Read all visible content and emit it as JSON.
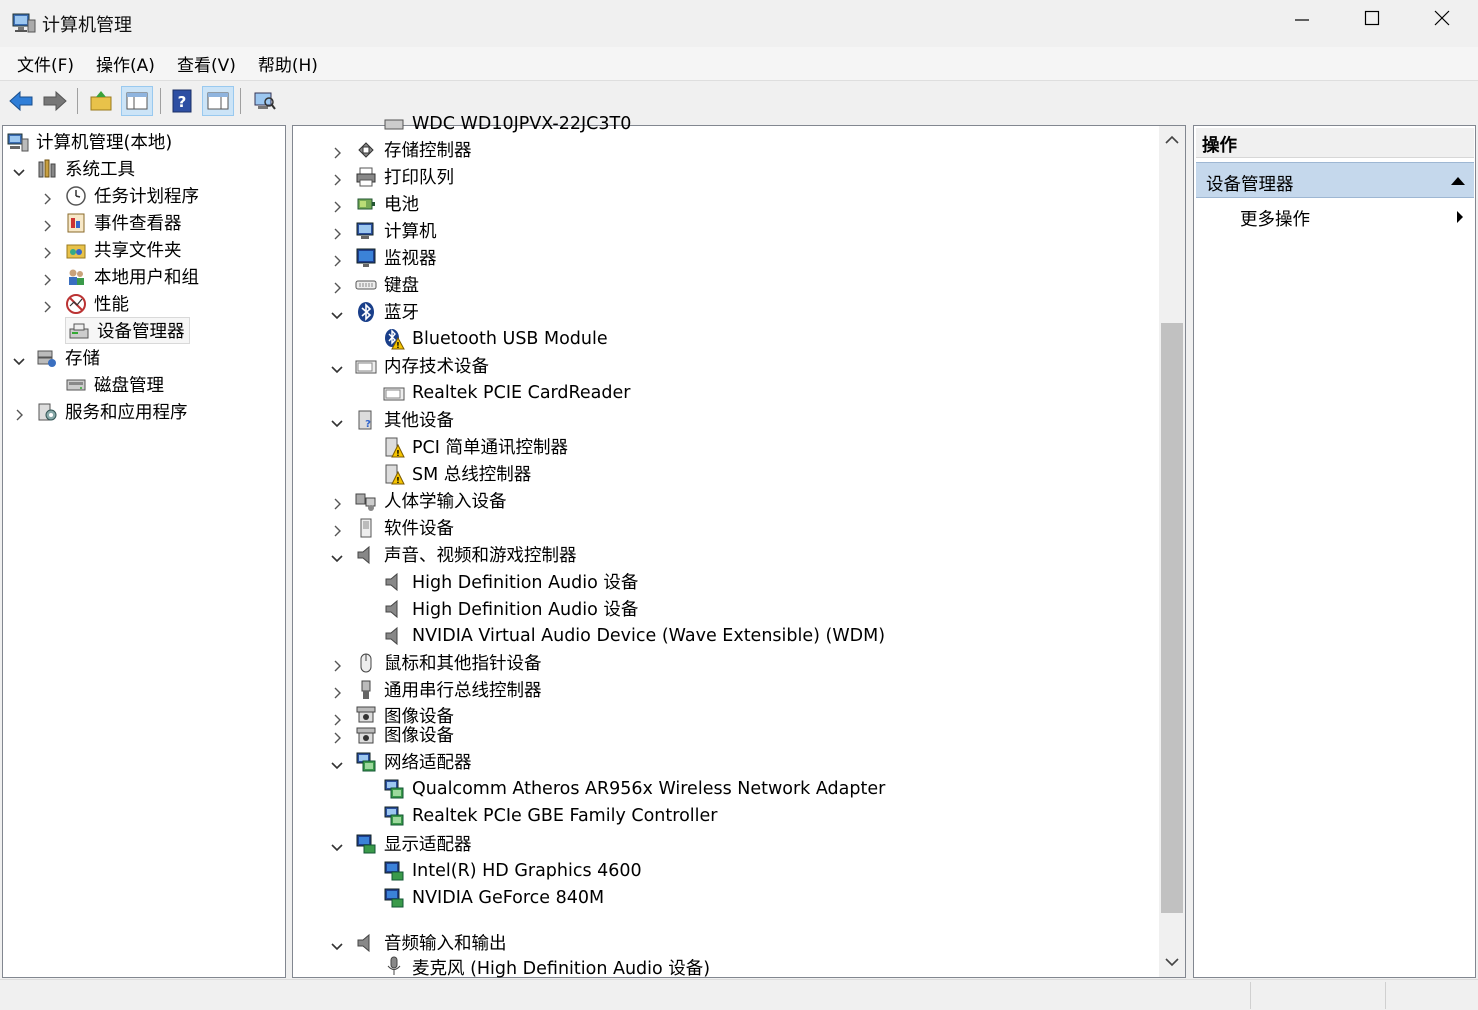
{
  "window": {
    "title": "计算机管理"
  },
  "menu": [
    "文件(F)",
    "操作(A)",
    "查看(V)",
    "帮助(H)"
  ],
  "left_tree": [
    {
      "label": "计算机管理(本地)",
      "icon": "computer-management-icon",
      "level": 0,
      "chevron": "none"
    },
    {
      "label": "系统工具",
      "icon": "system-tools-icon",
      "level": 1,
      "chevron": "down"
    },
    {
      "label": "任务计划程序",
      "icon": "clock-icon",
      "level": 2,
      "chevron": "right"
    },
    {
      "label": "事件查看器",
      "icon": "event-viewer-icon",
      "level": 2,
      "chevron": "right"
    },
    {
      "label": "共享文件夹",
      "icon": "shared-folder-icon",
      "level": 2,
      "chevron": "right"
    },
    {
      "label": "本地用户和组",
      "icon": "users-icon",
      "level": 2,
      "chevron": "right"
    },
    {
      "label": "性能",
      "icon": "performance-icon",
      "level": 2,
      "chevron": "right"
    },
    {
      "label": "设备管理器",
      "icon": "device-manager-icon",
      "level": 2,
      "chevron": "none",
      "selected": true
    },
    {
      "label": "存储",
      "icon": "storage-icon",
      "level": 1,
      "chevron": "down"
    },
    {
      "label": "磁盘管理",
      "icon": "disk-icon",
      "level": 2,
      "chevron": "none"
    },
    {
      "label": "服务和应用程序",
      "icon": "services-icon",
      "level": 1,
      "chevron": "right"
    }
  ],
  "device_tree": [
    {
      "label": "WDC WD10JPVX-22JC3T0",
      "icon": "disk-drive-icon",
      "level": 1,
      "chevron": "none",
      "clipped_top": true
    },
    {
      "label": "存储控制器",
      "icon": "storage-controller-icon",
      "level": 0,
      "chevron": "right"
    },
    {
      "label": "打印队列",
      "icon": "printer-icon",
      "level": 0,
      "chevron": "right"
    },
    {
      "label": "电池",
      "icon": "battery-icon",
      "level": 0,
      "chevron": "right"
    },
    {
      "label": "计算机",
      "icon": "computer-icon",
      "level": 0,
      "chevron": "right"
    },
    {
      "label": "监视器",
      "icon": "monitor-icon",
      "level": 0,
      "chevron": "right"
    },
    {
      "label": "键盘",
      "icon": "keyboard-icon",
      "level": 0,
      "chevron": "right"
    },
    {
      "label": "蓝牙",
      "icon": "bluetooth-icon",
      "level": 0,
      "chevron": "down"
    },
    {
      "label": "Bluetooth USB Module",
      "icon": "bluetooth-warning-icon",
      "level": 1,
      "chevron": "none"
    },
    {
      "label": "内存技术设备",
      "icon": "memory-device-icon",
      "level": 0,
      "chevron": "down"
    },
    {
      "label": "Realtek PCIE CardReader",
      "icon": "card-reader-icon",
      "level": 1,
      "chevron": "none"
    },
    {
      "label": "其他设备",
      "icon": "unknown-device-icon",
      "level": 0,
      "chevron": "down"
    },
    {
      "label": "PCI 简单通讯控制器",
      "icon": "warning-device-icon",
      "level": 1,
      "chevron": "none"
    },
    {
      "label": "SM 总线控制器",
      "icon": "warning-device-icon",
      "level": 1,
      "chevron": "none"
    },
    {
      "label": "人体学输入设备",
      "icon": "hid-icon",
      "level": 0,
      "chevron": "right"
    },
    {
      "label": "软件设备",
      "icon": "software-device-icon",
      "level": 0,
      "chevron": "right"
    },
    {
      "label": "声音、视频和游戏控制器",
      "icon": "speaker-icon",
      "level": 0,
      "chevron": "down"
    },
    {
      "label": "High Definition Audio 设备",
      "icon": "speaker-icon",
      "level": 1,
      "chevron": "none"
    },
    {
      "label": "High Definition Audio 设备",
      "icon": "speaker-icon",
      "level": 1,
      "chevron": "none"
    },
    {
      "label": "NVIDIA Virtual Audio Device (Wave Extensible) (WDM)",
      "icon": "speaker-icon",
      "level": 1,
      "chevron": "none"
    },
    {
      "label": "鼠标和其他指针设备",
      "icon": "mouse-icon",
      "level": 0,
      "chevron": "right"
    },
    {
      "label": "通用串行总线控制器",
      "icon": "usb-icon",
      "level": 0,
      "chevron": "right"
    },
    {
      "label": "图像设备",
      "icon": "camera-icon",
      "level": 0,
      "chevron": "right",
      "clipped_bottom": true
    },
    {
      "label": "图像设备",
      "icon": "camera-icon",
      "level": 0,
      "chevron": "right"
    },
    {
      "label": "网络适配器",
      "icon": "network-icon",
      "level": 0,
      "chevron": "down"
    },
    {
      "label": "Qualcomm Atheros AR956x Wireless Network Adapter",
      "icon": "network-icon",
      "level": 1,
      "chevron": "none"
    },
    {
      "label": "Realtek PCIe GBE Family Controller",
      "icon": "network-icon",
      "level": 1,
      "chevron": "none"
    },
    {
      "label": "显示适配器",
      "icon": "display-adapter-icon",
      "level": 0,
      "chevron": "down"
    },
    {
      "label": "Intel(R) HD Graphics 4600",
      "icon": "display-adapter-icon",
      "level": 1,
      "chevron": "none"
    },
    {
      "label": "NVIDIA GeForce 840M",
      "icon": "display-adapter-icon",
      "level": 1,
      "chevron": "none"
    },
    {
      "label": "音频输入和输出",
      "icon": "speaker-icon",
      "level": 0,
      "chevron": "down"
    },
    {
      "label": "麦克风 (High Definition Audio 设备)",
      "icon": "microphone-icon",
      "level": 1,
      "chevron": "none",
      "clipped_bottom": true
    }
  ],
  "actions": {
    "header": "操作",
    "section": "设备管理器",
    "more": "更多操作"
  }
}
